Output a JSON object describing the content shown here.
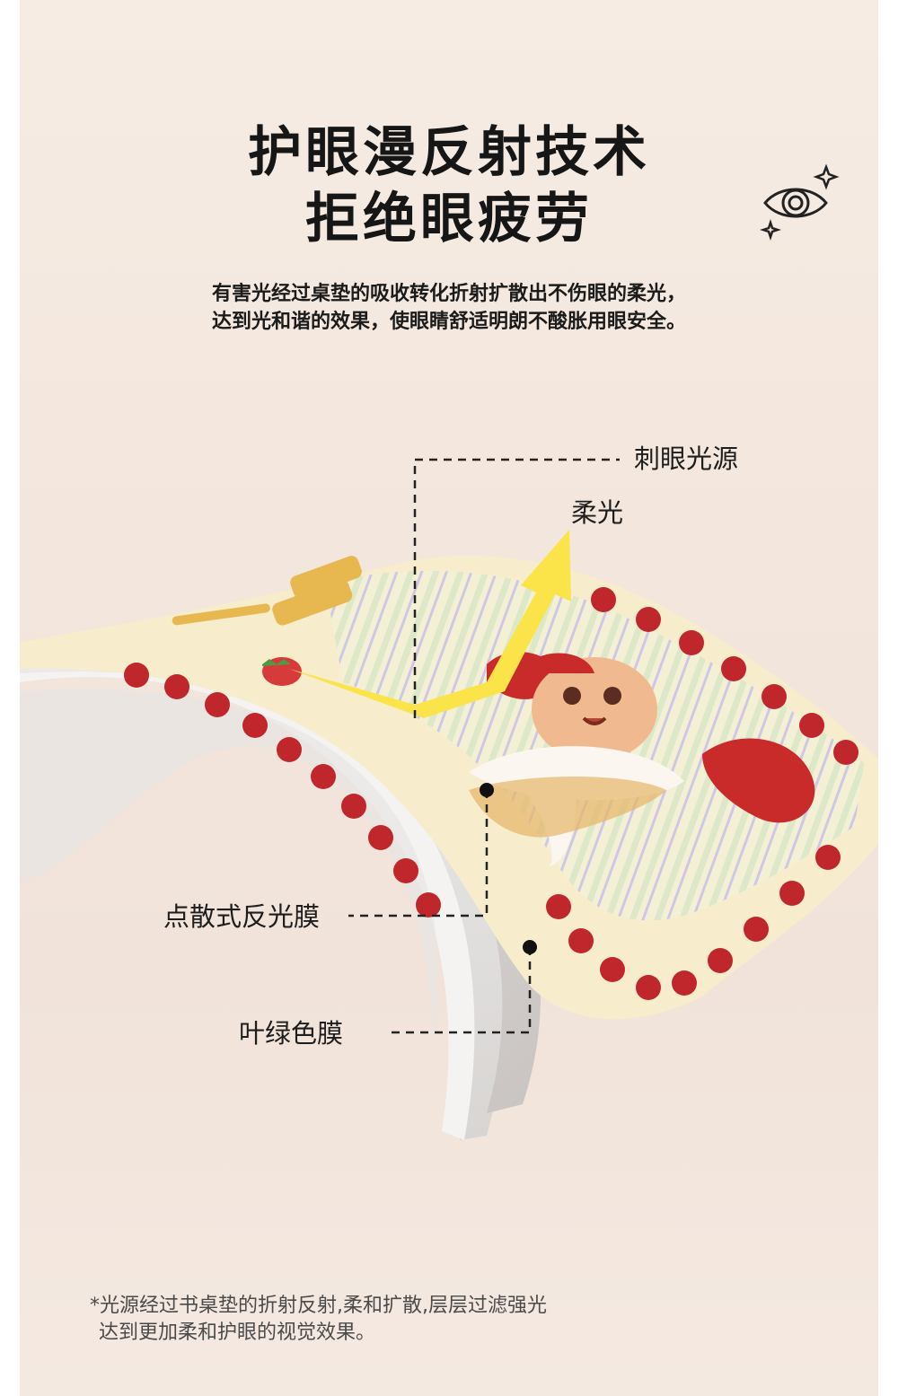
{
  "header": {
    "title_line1": "护眼漫反射技术",
    "title_line2": "拒绝眼疲劳",
    "desc_line1": "有害光经过桌垫的吸收转化折射扩散出不伤眼的柔光，",
    "desc_line2": "达到光和谐的效果，使眼睛舒适明朗不酸胀用眼安全。"
  },
  "icons": {
    "eye": "eye-sparkle-icon"
  },
  "diagram": {
    "label_glare": "刺眼光源",
    "label_soft": "柔光",
    "label_dot_film": "点散式反光膜",
    "label_green_film": "叶绿色膜"
  },
  "footer": {
    "note_line1": "*光源经过书桌垫的折射反射,柔和扩散,层层过滤强光",
    "note_line2": "达到更加柔和护眼的视觉效果。"
  },
  "colors": {
    "background": "#f3e6dc",
    "mat_cream": "#f6ecc6",
    "border_red": "#c0272d",
    "arrow_yellow": "#fbe34a",
    "film_gray": "#dcd8d6"
  }
}
